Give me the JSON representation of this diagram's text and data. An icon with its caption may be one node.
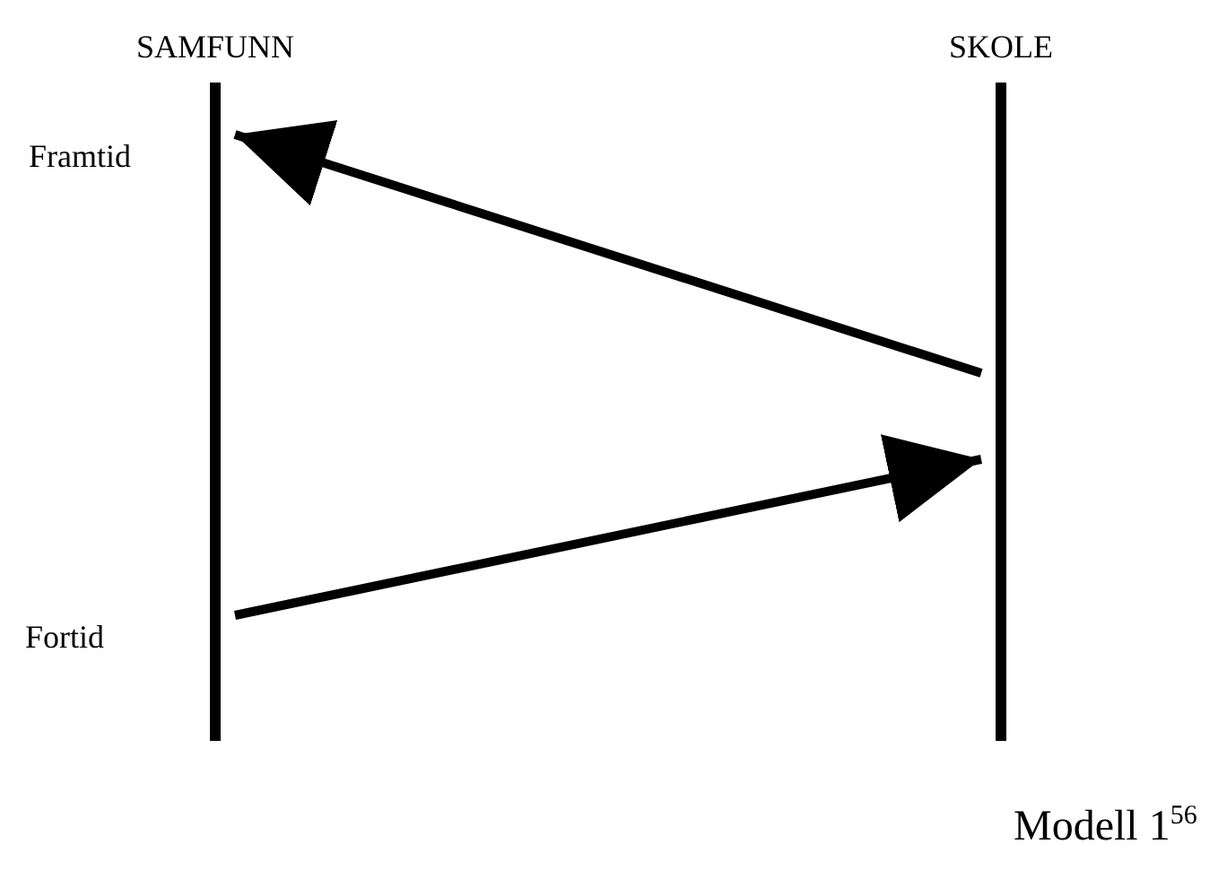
{
  "diagram": {
    "caption": "Modell 1$^{56}$",
    "nodes": [
      {
        "text": [
          "SAMFUNN"
        ]
      },
      {
        "text": [
          "SKOLE"
        ]
      }
    ],
    "edges": [
      {
        "from": 0,
        "to": 1,
        "arrow": "to"
      },
      {
        "from": 1,
        "to": 0,
        "arrow": "to"
      }
    ],
    "labels": [
      "Framtid",
      "Fortid"
    ]
  }
}
